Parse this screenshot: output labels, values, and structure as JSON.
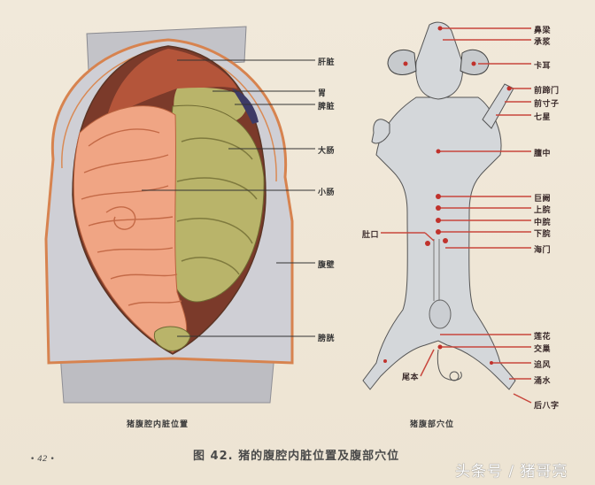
{
  "figure": {
    "number": "图 42.",
    "title": "猪的腹腔内脏位置及腹部穴位",
    "page_number": "• 42 •"
  },
  "left_panel": {
    "caption": "猪腹腔内脏位置",
    "labels": [
      {
        "id": "liver",
        "text": "肝脏"
      },
      {
        "id": "stomach",
        "text": "胃"
      },
      {
        "id": "spleen",
        "text": "脾脏"
      },
      {
        "id": "large-intestine",
        "text": "大肠"
      },
      {
        "id": "small-intestine",
        "text": "小肠"
      },
      {
        "id": "abdominal-wall",
        "text": "腹壁"
      },
      {
        "id": "bladder",
        "text": "膀胱"
      }
    ],
    "colors": {
      "liver": "#b4553a",
      "stomach_intestine": "#b9b46a",
      "small_intestine": "#f0a584",
      "spleen": "#3d3a66",
      "wall": "#c9c9cf",
      "wall_edge": "#d7834f"
    }
  },
  "right_panel": {
    "caption": "猪腹部穴位",
    "acupoints_right": [
      "鼻梁",
      "承浆",
      "卡耳",
      "前蹄门",
      "前寸子",
      "七星",
      "膻中",
      "巨阙",
      "上脘",
      "中脘",
      "下脘",
      "海门",
      "莲花",
      "交巢",
      "追风",
      "涌水",
      "后八字"
    ],
    "acupoints_left": [
      "肚口",
      "尾本"
    ],
    "colors": {
      "leader_line": "#c8463c",
      "point": "#c0322c",
      "body": "#d4d7da"
    }
  },
  "watermark": "头条号 / 猪哥亮"
}
